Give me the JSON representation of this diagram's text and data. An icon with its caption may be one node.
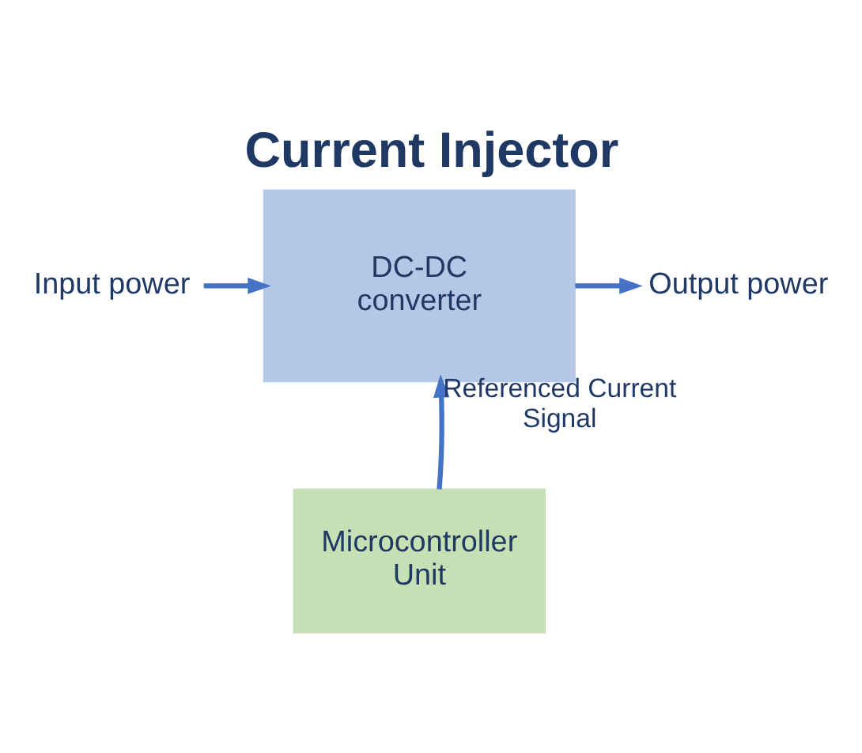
{
  "diagram": {
    "title": "Current Injector",
    "nodes": [
      {
        "text": [
          "Input power"
        ]
      },
      {
        "text": [
          "DC-DC converter"
        ]
      },
      {
        "text": [
          "Output power"
        ]
      },
      {
        "text": [
          "Microcontroller Unit"
        ]
      }
    ],
    "edges": [
      {
        "from": 0,
        "to": 1,
        "arrow": "to"
      },
      {
        "from": 1,
        "to": 2,
        "arrow": "to"
      },
      {
        "from": 3,
        "to": 1,
        "arrow": "to",
        "label": "Referenced Current Signal"
      }
    ]
  }
}
